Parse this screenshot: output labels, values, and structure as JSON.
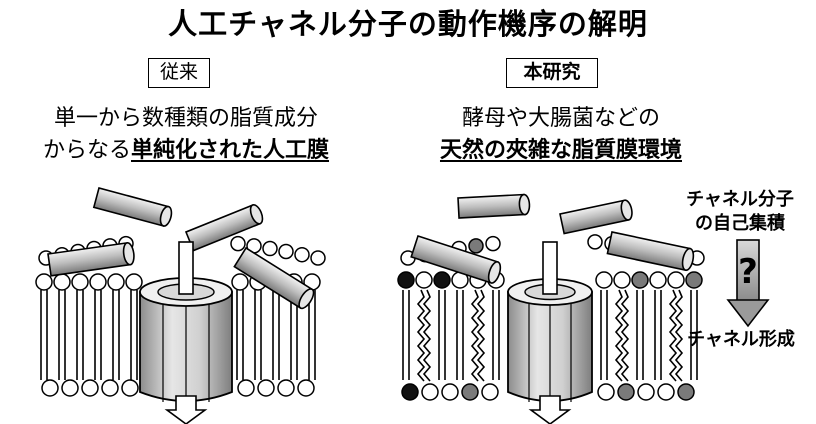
{
  "title": "人工チャネル分子の動作機序の解明",
  "left": {
    "tag": "従来",
    "caption_line1": "単一から数種類の脂質成分",
    "caption_line2_plain": "からなる",
    "caption_line2_emph": "単純化された人工膜"
  },
  "right": {
    "tag": "本研究",
    "caption_line1": "酵母や大腸菌などの",
    "caption_line2_emph": "天然の夾雑な脂質膜環境"
  },
  "process": {
    "step1_line1": "チャネル分子",
    "step1_line2": "の自己集積",
    "unknown": "?",
    "step2": "チャネル形成"
  },
  "colors": {
    "lipid_white": "#ffffff",
    "lipid_black": "#111111",
    "lipid_gray": "#7a7a7a",
    "arrow_gray": "#9a9a9a",
    "channel_shade": "#bdbdbd"
  },
  "icons": [
    "lipid-bilayer",
    "channel-cylinder",
    "ion-flow-arrow",
    "down-arrow"
  ]
}
